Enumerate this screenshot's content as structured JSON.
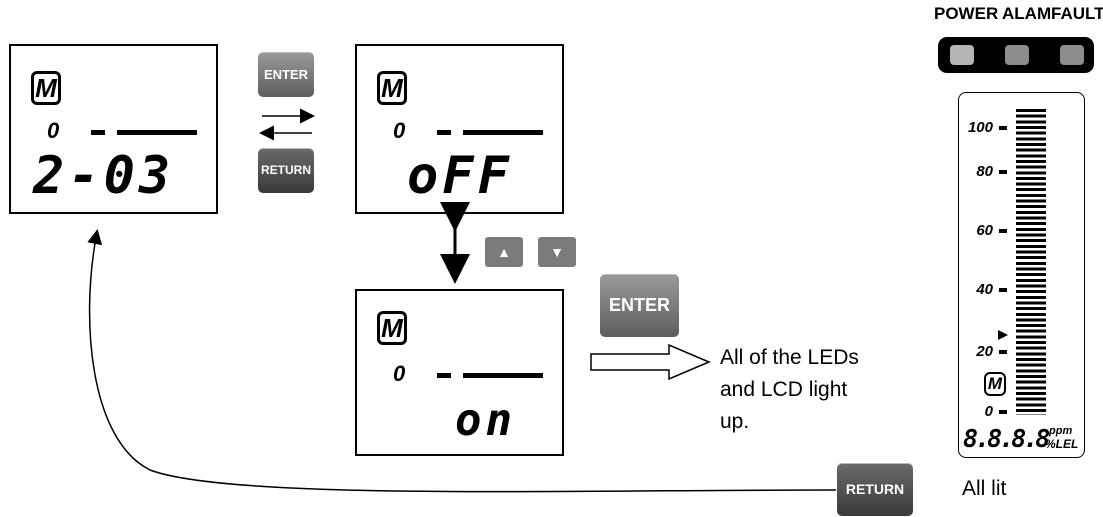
{
  "screens": {
    "a": {
      "mode_icon": "M",
      "row1": "0",
      "row2": "2-03"
    },
    "b": {
      "mode_icon": "M",
      "row1": "0",
      "row2": "oFF"
    },
    "c": {
      "mode_icon": "M",
      "row1": "0",
      "row2": "on"
    }
  },
  "buttons": {
    "enter_small": "ENTER",
    "return_small": "RETURN",
    "up": "▲",
    "down": "▼",
    "enter_large": "ENTER",
    "return_bottom": "RETURN"
  },
  "notes": {
    "leds_line1": "All of the LEDs",
    "leds_line2": "and LCD light",
    "leds_line3": "up.",
    "all_lit": "All lit"
  },
  "leds": {
    "labels": [
      "POWER",
      "ALAM",
      "FAULT"
    ],
    "colors": [
      "#b5b5b5",
      "#8c8c8c",
      "#8c8c8c"
    ]
  },
  "bargraph": {
    "ticks": [
      "100",
      "80",
      "60",
      "40",
      "20",
      "0"
    ],
    "mode_icon": "M",
    "readout": "8.8.8.8",
    "unit_top": "ppm",
    "unit_bottom": "%LEL",
    "level_percent": 100
  }
}
